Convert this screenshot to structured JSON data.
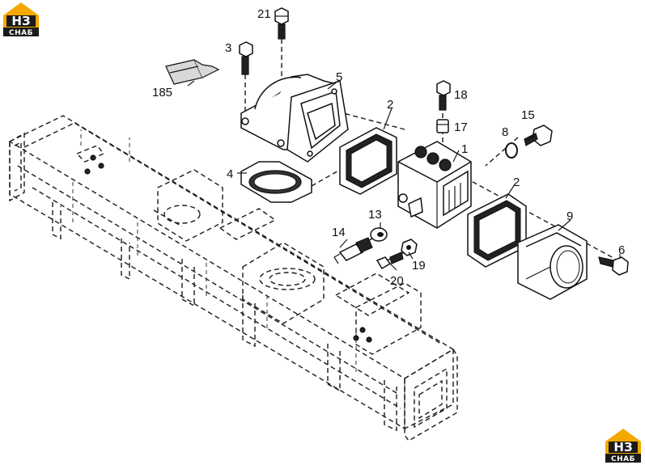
{
  "brand": {
    "logo_top": "НЗ",
    "logo_bottom": "СНАБ",
    "accent_color": "#f5a800",
    "dark_color": "#1a1a1a"
  },
  "callouts": [
    {
      "id": "21",
      "label": "21"
    },
    {
      "id": "3",
      "label": "3"
    },
    {
      "id": "185",
      "label": "185"
    },
    {
      "id": "5",
      "label": "5"
    },
    {
      "id": "2a",
      "label": "2"
    },
    {
      "id": "18",
      "label": "18"
    },
    {
      "id": "17",
      "label": "17"
    },
    {
      "id": "15",
      "label": "15"
    },
    {
      "id": "8",
      "label": "8"
    },
    {
      "id": "1",
      "label": "1"
    },
    {
      "id": "4",
      "label": "4"
    },
    {
      "id": "2b",
      "label": "2"
    },
    {
      "id": "9",
      "label": "9"
    },
    {
      "id": "13",
      "label": "13"
    },
    {
      "id": "14",
      "label": "14"
    },
    {
      "id": "19",
      "label": "19"
    },
    {
      "id": "20",
      "label": "20"
    },
    {
      "id": "6",
      "label": "6"
    }
  ]
}
